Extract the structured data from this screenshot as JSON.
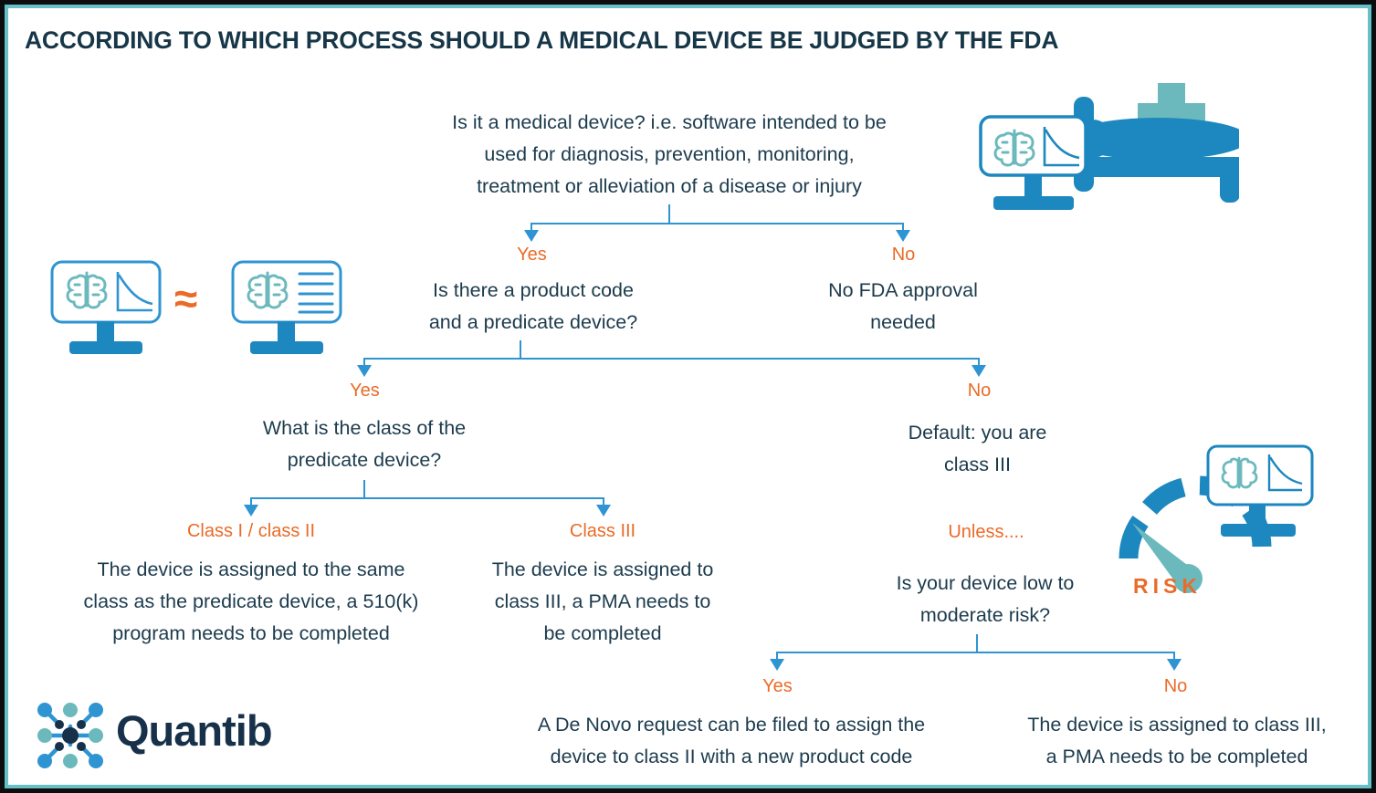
{
  "theme": {
    "outer_border": "#0b0d0e",
    "inner_border": "#69bfc6",
    "background": "#ffffff",
    "title_color": "#173647",
    "body_text_color": "#1c3b4d",
    "accent_orange": "#ea6b27",
    "connector_blue": "#2f94d2",
    "icon_blue": "#1d87bf",
    "icon_teal": "#6cb9bd"
  },
  "title": "ACCORDING TO WHICH PROCESS SHOULD A MEDICAL DEVICE BE JUDGED BY THE FDA",
  "flow": {
    "q1": {
      "text": "Is it a medical device? i.e. software intended to be used for diagnosis, prevention, monitoring, treatment or alleviation of a disease or injury",
      "line1": "Is it a medical device? i.e. software intended to be",
      "line2": "used for diagnosis, prevention, monitoring,",
      "line3": "treatment or alleviation of a disease or injury"
    },
    "branch1": {
      "yes": "Yes",
      "no": "No"
    },
    "q2": {
      "line1": "Is there a product code",
      "line2": "and a predicate device?"
    },
    "outcome_no_fda": {
      "line1": "No FDA approval",
      "line2": "needed"
    },
    "branch2": {
      "yes": "Yes",
      "no": "No"
    },
    "q3": {
      "line1": "What is the class of the",
      "line2": "predicate device?"
    },
    "default_class3": {
      "line1": "Default: you are",
      "line2": "class III"
    },
    "branch3": {
      "class_i_ii": "Class I / class II",
      "class_iii": "Class III"
    },
    "outcome_510k": {
      "line1": "The device is assigned to the same",
      "line2": "class as the predicate device, a 510(k)",
      "line3": "program needs to be completed"
    },
    "outcome_pma_left": {
      "line1": "The device is assigned to",
      "line2": "class III, a PMA needs to",
      "line3": "be completed"
    },
    "unless_label": "Unless....",
    "q4": {
      "line1": "Is your device low to",
      "line2": "moderate risk?"
    },
    "branch4": {
      "yes": "Yes",
      "no": "No"
    },
    "outcome_de_novo": {
      "line1": "A De Novo request can be filed to assign the",
      "line2": "device to class II with a new product code"
    },
    "outcome_pma_right": {
      "line1": "The device is assigned to class III,",
      "line2": "a PMA needs to be completed"
    }
  },
  "icons": {
    "patient_bed": "patient-in-bed-with-brain-monitor-icon",
    "monitor_graph": "brain-monitor-graph-icon",
    "monitor_list": "brain-monitor-list-icon",
    "approx_symbol": "≈",
    "risk_gauge": "risk-gauge-icon",
    "risk_word": "RISK"
  },
  "logo": {
    "name": "Quantib",
    "mark": "quantib-network-mark"
  }
}
